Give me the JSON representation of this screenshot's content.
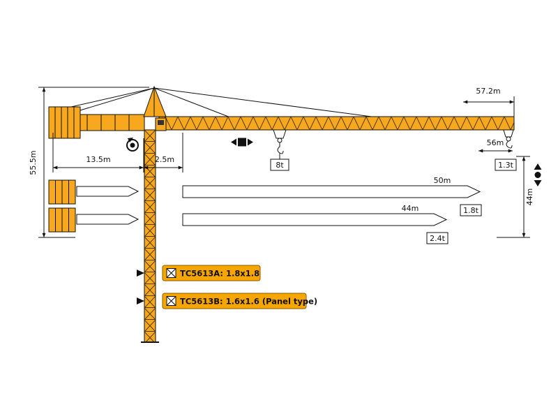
{
  "colors": {
    "crane_yellow": "#F8A81F",
    "outline": "#111111",
    "model_box_orange": "#F7A600"
  },
  "dimensions": {
    "tower_height": "55.5m",
    "counter_jib_radius": "13.5m",
    "rear_offset": "2.5m",
    "max_radius": "57.2m",
    "tip_radius": "56m",
    "lift_height": "44m"
  },
  "loads": {
    "max_load": "8t",
    "tip_load": "1.3t",
    "load_at_50m": "1.8t",
    "load_at_44m": "2.4t"
  },
  "jib_bars": {
    "jib_50_label": "50m",
    "jib_44_label": "44m"
  },
  "models": {
    "model_a": "TC5613A: 1.8x1.8",
    "model_b": "TC5613B: 1.6x1.6 (Panel type)"
  },
  "icons": {
    "slewing": "rotation-circle-dot",
    "trolley_travel": "left-right-arrows-square",
    "hoist": "up-down-arrows-dot"
  }
}
